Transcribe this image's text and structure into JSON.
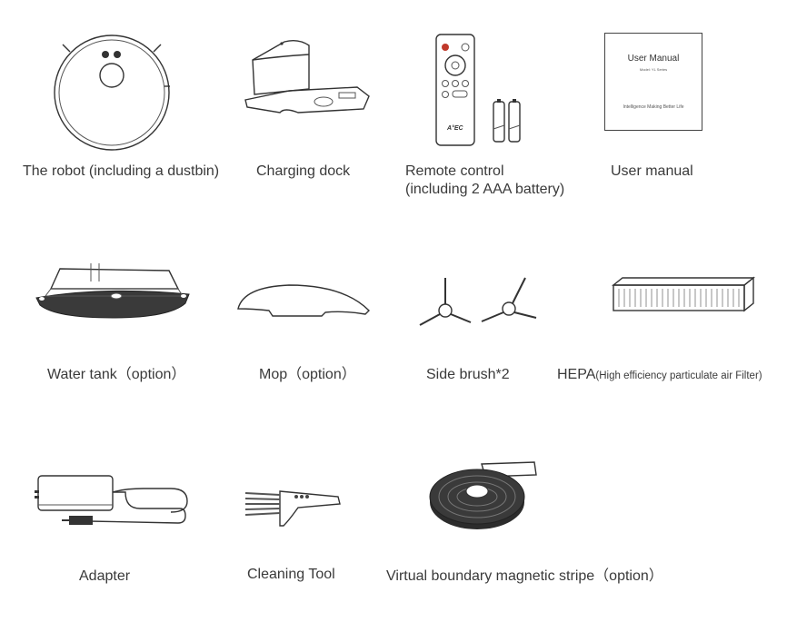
{
  "items": {
    "robot": {
      "caption": "The robot (including a dustbin)"
    },
    "dock": {
      "caption": "Charging dock"
    },
    "remote": {
      "caption_line1": "Remote control",
      "caption_line2": "(including 2 AAA battery)",
      "brand": "A°EC"
    },
    "manual": {
      "caption": "User manual",
      "cover_title": "User Manual",
      "cover_model": "Model:  YL Series",
      "cover_slogan": "Intelligence Making Better Life"
    },
    "water_tank": {
      "caption": "Water tank（option）"
    },
    "mop": {
      "caption": "Mop（option）"
    },
    "side_brush": {
      "caption": "Side brush*2"
    },
    "hepa": {
      "caption_main": "HEPA",
      "caption_sub": "(High efficiency particulate air Filter)"
    },
    "adapter": {
      "caption": "Adapter"
    },
    "cleaning_tool": {
      "caption": "Cleaning Tool"
    },
    "magnetic_stripe": {
      "caption": "Virtual boundary magnetic stripe（option）"
    }
  }
}
